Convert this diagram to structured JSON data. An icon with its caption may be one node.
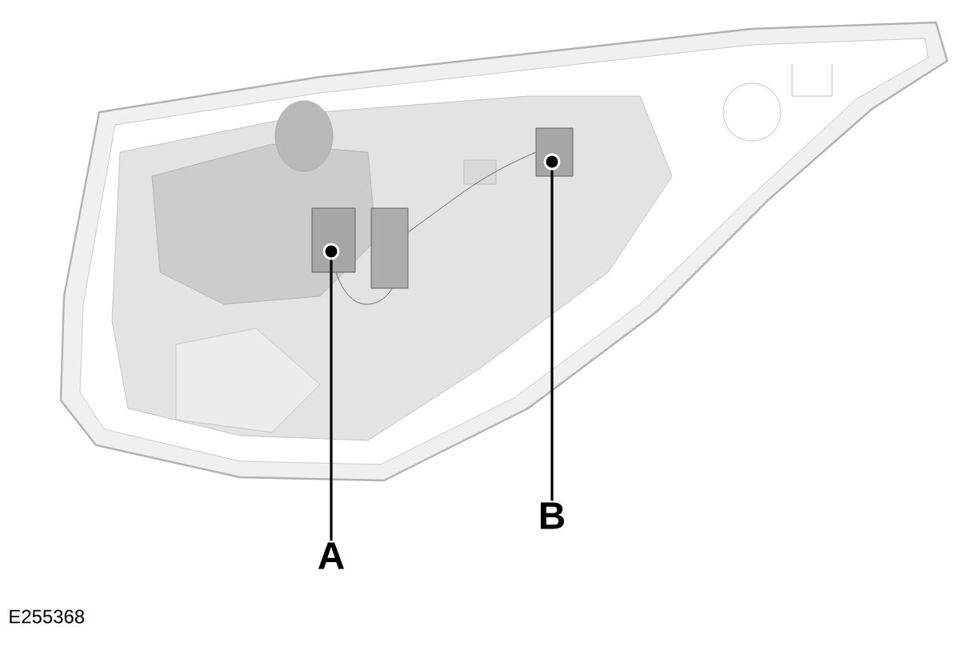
{
  "diagram": {
    "nodes": [
      {
        "text": [
          "A"
        ]
      },
      {
        "text": [],
        "shape": "circle"
      },
      {
        "text": [
          "B"
        ]
      },
      {
        "text": [],
        "shape": "circle"
      }
    ],
    "edges": [
      {
        "from": 0,
        "to": 1,
        "arrow": "none"
      },
      {
        "from": 2,
        "to": 3,
        "arrow": "none"
      }
    ],
    "labels": [
      "E255368"
    ]
  }
}
